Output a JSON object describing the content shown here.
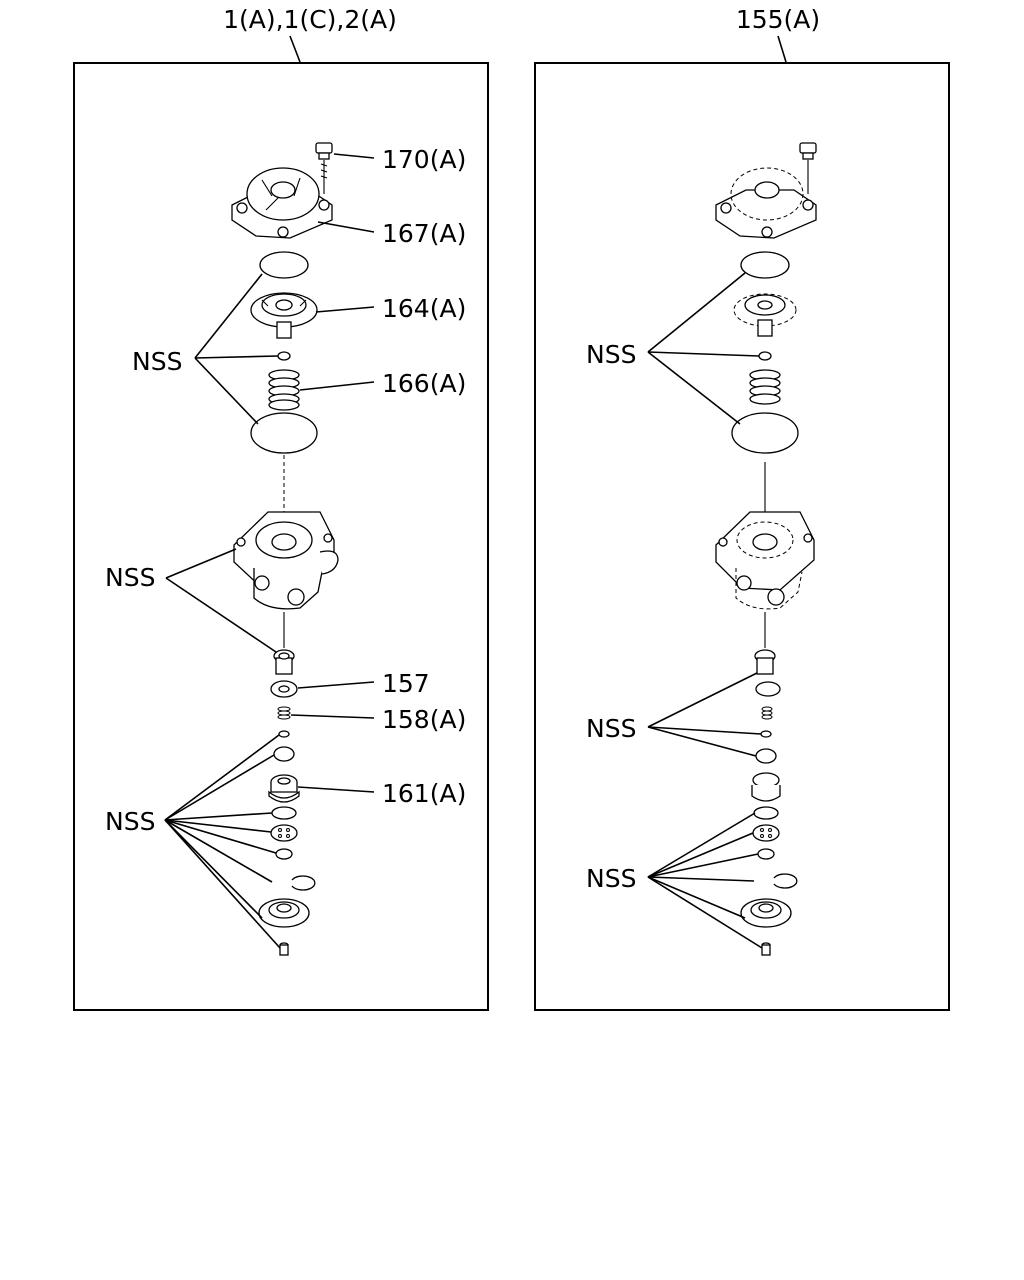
{
  "left_panel": {
    "heading": "1(A),1(C),2(A)",
    "callouts": {
      "c170": "170(A)",
      "c167": "167(A)",
      "c164": "164(A)",
      "c166": "166(A)",
      "c157": "157",
      "c158": "158(A)",
      "c161": "161(A)"
    },
    "nss_labels": [
      "NSS",
      "NSS",
      "NSS"
    ]
  },
  "right_panel": {
    "heading": "155(A)",
    "nss_labels": [
      "NSS",
      "NSS",
      "NSS"
    ]
  }
}
